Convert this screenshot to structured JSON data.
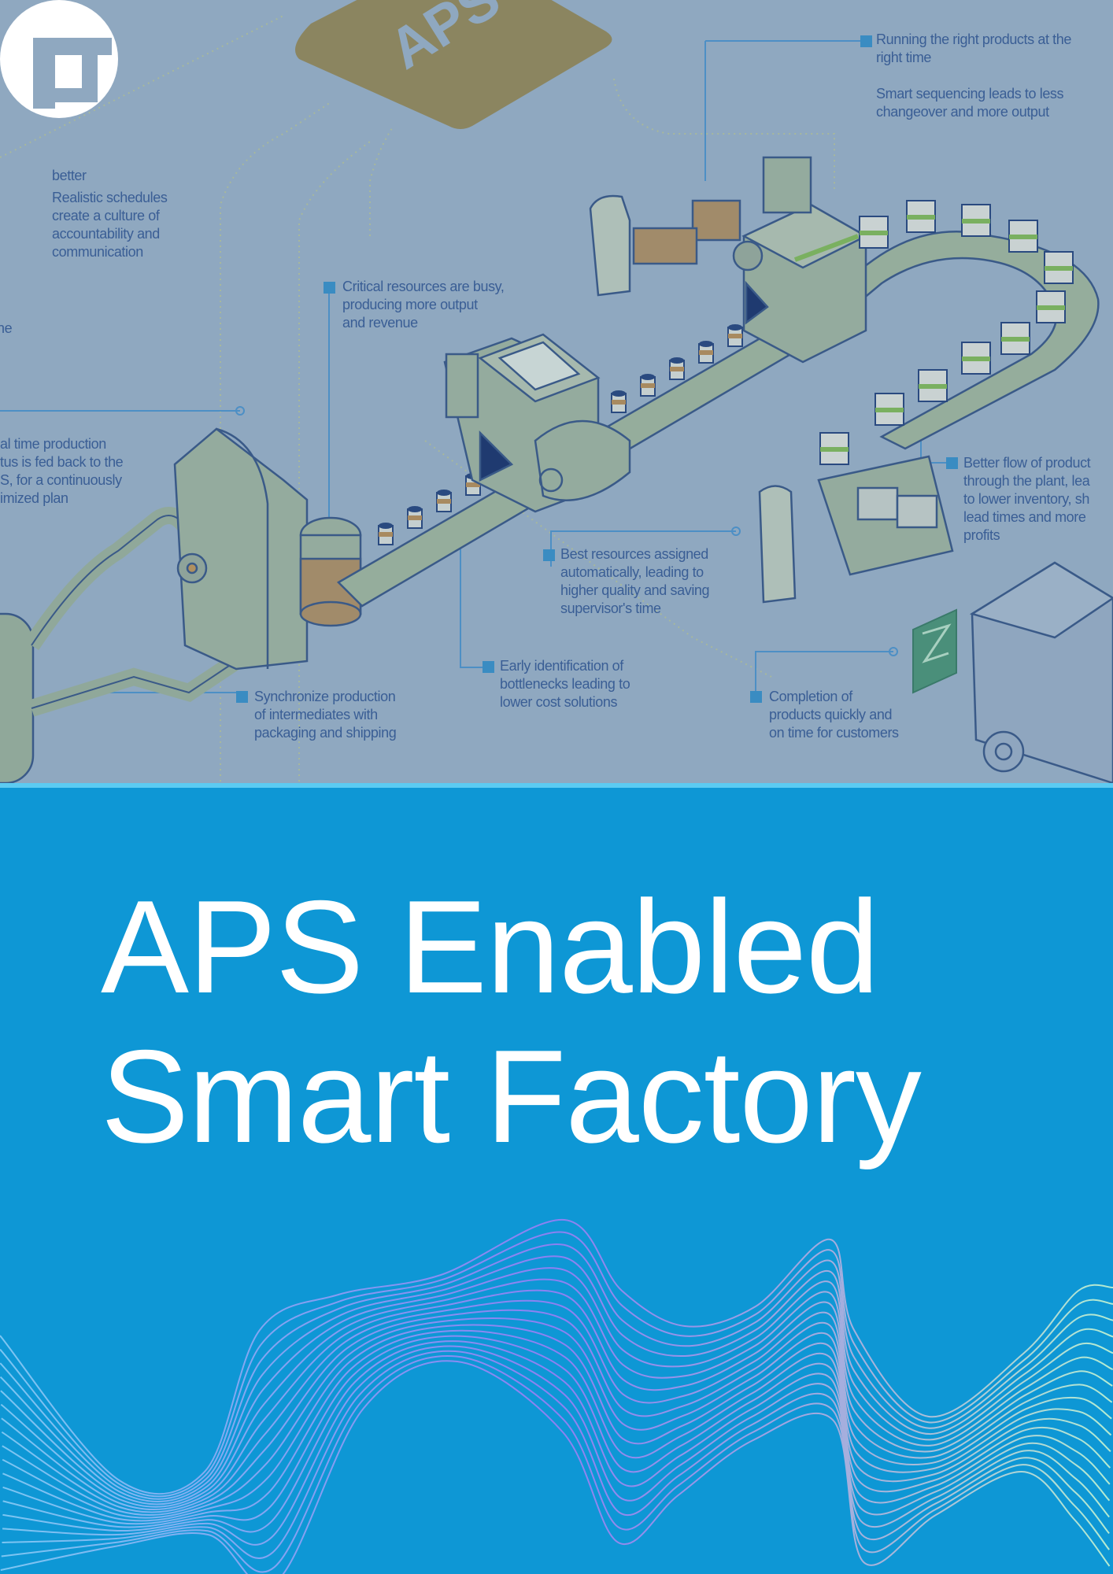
{
  "document": {
    "title_lines": [
      "APS Enabled",
      "Smart Factory"
    ]
  },
  "logo": {
    "name": "company-logo"
  },
  "illustration": {
    "badge_label": "APS",
    "callouts": [
      {
        "id": "better",
        "lines": [
          "better"
        ]
      },
      {
        "id": "realistic-schedules",
        "lines": [
          "Realistic schedules",
          "create a culture of",
          "accountability and",
          "communication"
        ]
      },
      {
        "id": "right-products",
        "lines": [
          "Running the right products at the",
          "right time",
          "",
          "Smart sequencing leads to less",
          "changeover and more output"
        ]
      },
      {
        "id": "critical-resources",
        "lines": [
          "Critical resources are busy,",
          "producing more output",
          "and revenue"
        ]
      },
      {
        "id": "partial-ne",
        "lines": [
          "ne"
        ]
      },
      {
        "id": "real-time-status",
        "lines": [
          "al time production",
          "tus is fed back to the",
          "S, for a continuously",
          "imized plan"
        ]
      },
      {
        "id": "better-flow",
        "lines": [
          "Better flow of product",
          "through the plant, lea",
          "to lower inventory, sh",
          "lead times and more",
          "profits"
        ]
      },
      {
        "id": "best-resources",
        "lines": [
          "Best resources assigned",
          "automatically, leading to",
          "higher quality and saving",
          "supervisor's time"
        ]
      },
      {
        "id": "early-identification",
        "lines": [
          "Early identification of",
          "bottlenecks leading to",
          "lower cost solutions"
        ]
      },
      {
        "id": "synchronize",
        "lines": [
          "Synchronize production",
          "of intermediates with",
          "packaging and shipping"
        ]
      },
      {
        "id": "completion",
        "lines": [
          "Completion of",
          "products quickly and",
          "on time for customers"
        ]
      }
    ]
  },
  "colors": {
    "banner": "#0e97d5",
    "hero_overlay": "#8fa8c0",
    "accent_stripe": "#5ccbf2",
    "callout_text": "#3a5e95",
    "marker": "#3a8cc2",
    "aps_badge": "#8b8560",
    "wave_left": "#7cc6f2",
    "wave_mid": "#8c80f2",
    "wave_right": "#b4ecd2"
  }
}
